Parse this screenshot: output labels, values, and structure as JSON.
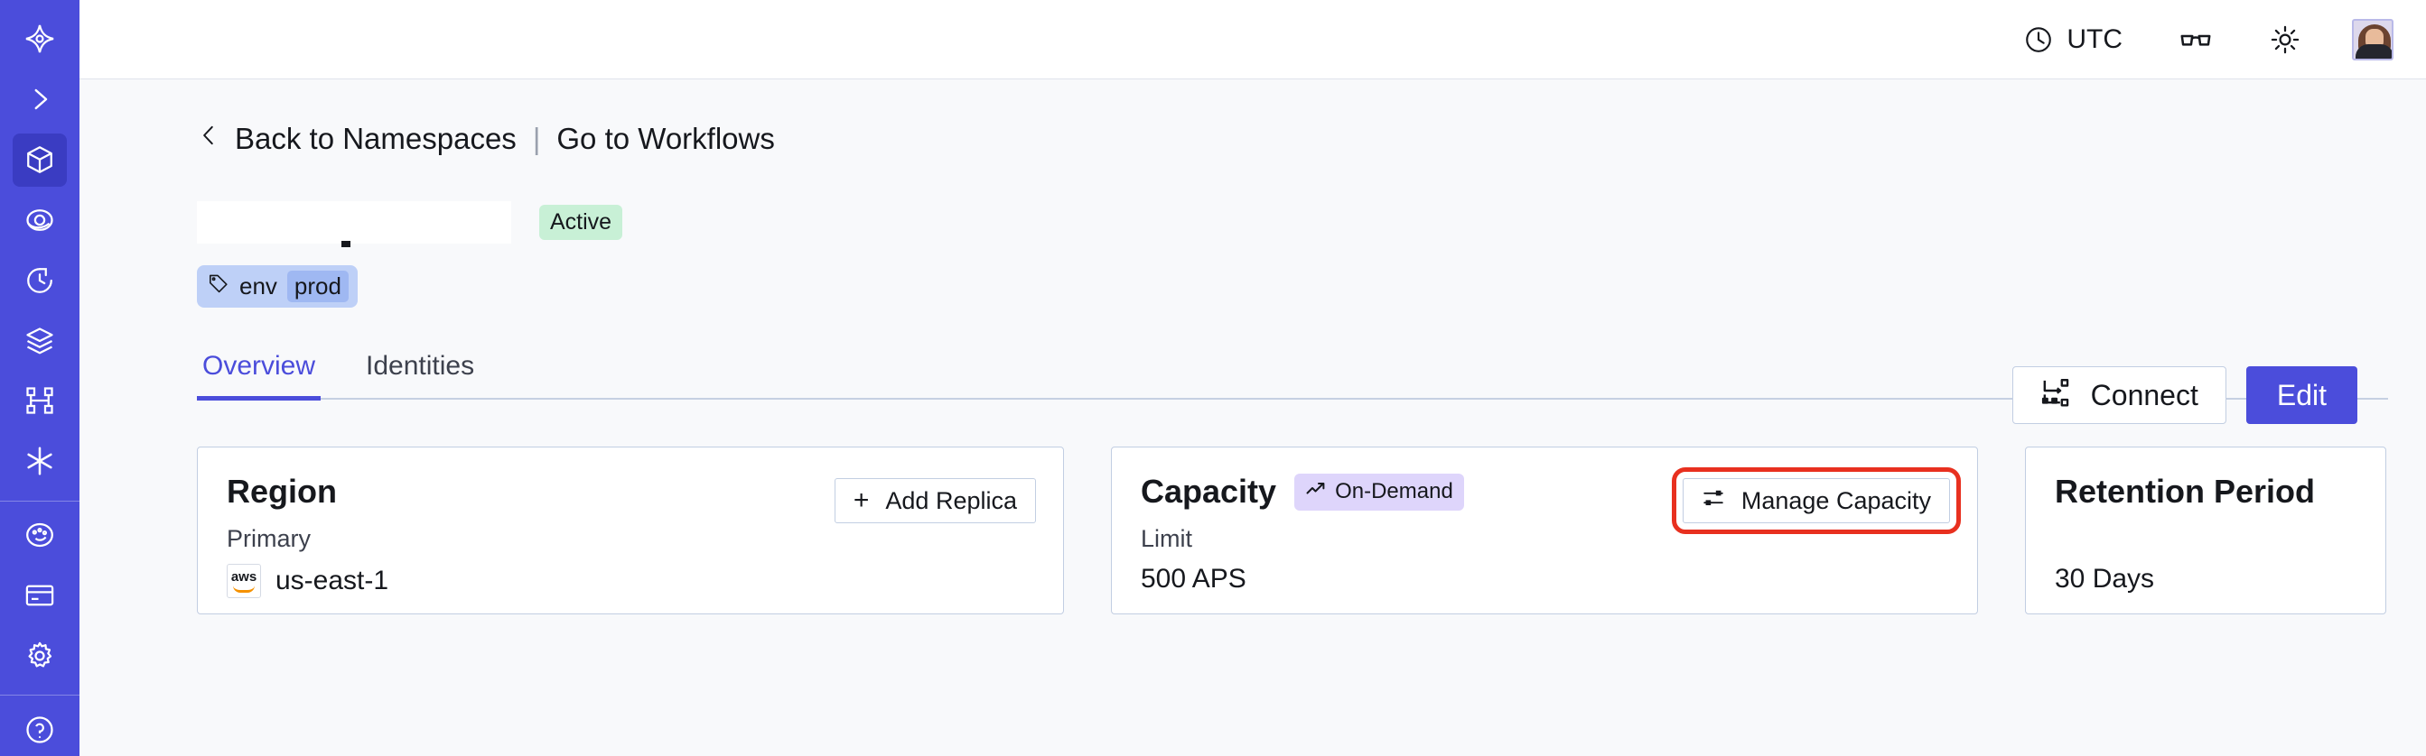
{
  "sidebar": {
    "items": [
      {
        "name": "temporal-logo-icon",
        "label": "Temporal"
      },
      {
        "name": "chevron-right-icon",
        "label": "Expand navigation"
      },
      {
        "name": "cube-icon",
        "label": "Namespaces",
        "active": true
      },
      {
        "name": "eye-icon",
        "label": "Observability"
      },
      {
        "name": "history-clock-icon",
        "label": "Schedules"
      },
      {
        "name": "layers-icon",
        "label": "Batch Operations"
      },
      {
        "name": "workflow-graph-icon",
        "label": "Workflows"
      },
      {
        "name": "asterisk-icon",
        "label": "Nexus"
      },
      {
        "name": "palette-icon",
        "label": "Usage"
      },
      {
        "name": "credit-card-icon",
        "label": "Billing"
      },
      {
        "name": "gear-icon",
        "label": "Settings"
      },
      {
        "name": "help-icon",
        "label": "Help"
      }
    ]
  },
  "topbar": {
    "timezone_label": "UTC",
    "timezone_icon": "clock-icon",
    "glasses_icon": "glasses-icon",
    "theme_icon": "sun-icon",
    "avatar_name": "user-avatar"
  },
  "breadcrumb": {
    "back_icon": "chevron-left-icon",
    "back_label": "Back to Namespaces",
    "separator": "|",
    "workflows_label": "Go to Workflows"
  },
  "header": {
    "title": "",
    "status_badge": "Active",
    "tag": {
      "icon": "tag-icon",
      "key": "env",
      "value": "prod"
    },
    "connect_label": "Connect",
    "connect_icon": "connect-flow-icon",
    "edit_label": "Edit"
  },
  "tabs": [
    {
      "label": "Overview",
      "active": true
    },
    {
      "label": "Identities",
      "active": false
    }
  ],
  "cards": {
    "region": {
      "title": "Region",
      "button_label": "Add Replica",
      "button_icon": "plus-icon",
      "sub_label": "Primary",
      "provider_icon": "aws-logo-icon",
      "provider_text": "aws",
      "value": "us-east-1"
    },
    "capacity": {
      "title": "Capacity",
      "badge_label": "On-Demand",
      "badge_icon": "trending-up-icon",
      "button_label": "Manage Capacity",
      "button_icon": "sliders-icon",
      "sub_label": "Limit",
      "value": "500 APS"
    },
    "retention": {
      "title": "Retention Period",
      "value": "30 Days"
    }
  },
  "colors": {
    "brand_indigo": "#4b4ddb",
    "sidebar_active": "#3a3cc2",
    "status_green": "#c8f0d6",
    "badge_purple": "#ded5fb",
    "tag_blue": "#bed0f7",
    "tag_value_blue": "#9fb8f2",
    "highlight_red": "#e8301f",
    "card_border": "#c2cee2",
    "page_bg": "#f8f9fb"
  }
}
